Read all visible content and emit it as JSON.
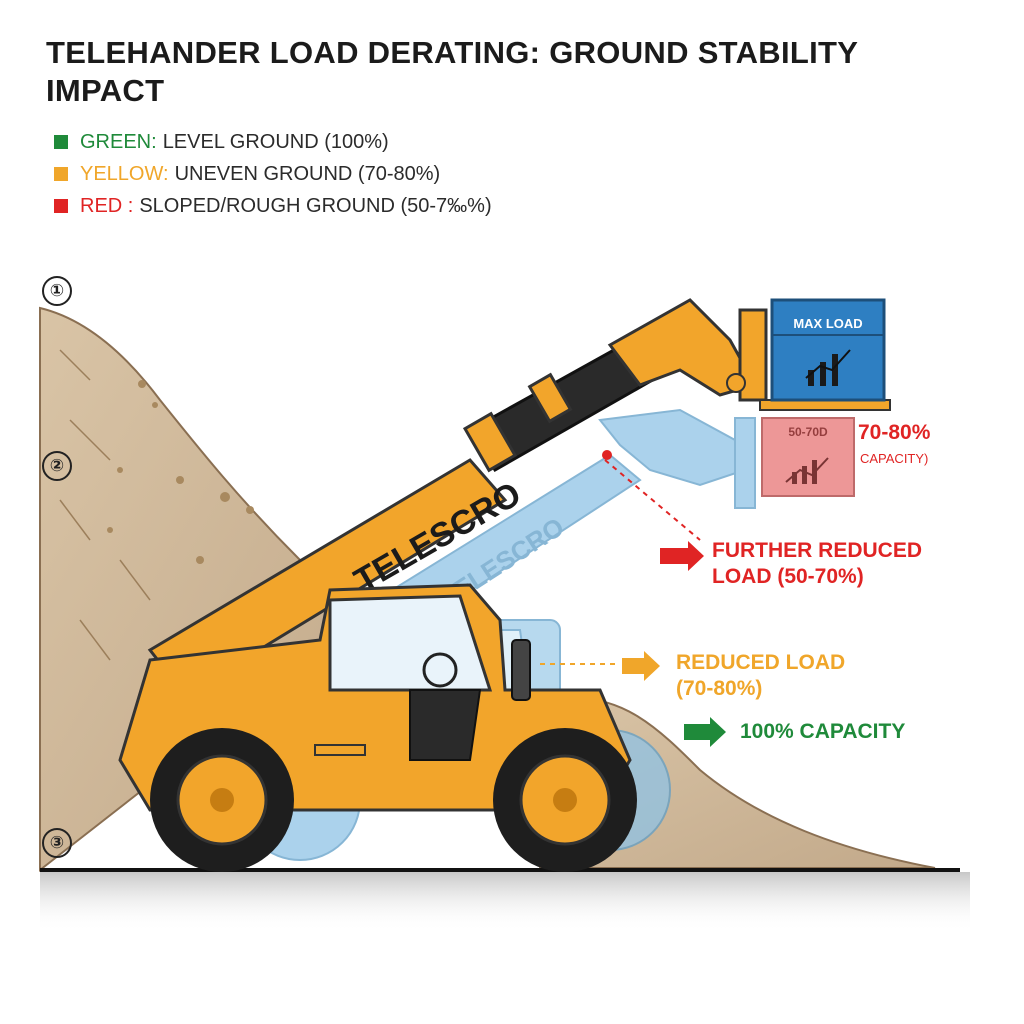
{
  "title": "TELEHANDER LOAD DERATING: GROUND STABILITY IMPACT",
  "legend": [
    {
      "key": "GREEN:",
      "text": "LEVEL GROUND (100%)",
      "color": "#1f8a3a"
    },
    {
      "key": "YELLOW:",
      "text": "UNEVEN GROUND (70-80%)",
      "color": "#f0a62a"
    },
    {
      "key": "RED :",
      "text": "SLOPED/ROUGH GROUND (50-7‰%)",
      "color": "#e02424"
    }
  ],
  "markers": [
    "①",
    "②",
    "③"
  ],
  "machine": {
    "boom_brand": "TELESCRO",
    "ghost_brand": "TELESCRO",
    "load_box_label": "MAX LOAD",
    "reduced_box_label": "50-70D"
  },
  "callouts": {
    "top_right_line1": "70-80%",
    "top_right_line2": "CAPACITY)",
    "red_line1": "FURTHER REDUCED",
    "red_line2": "LOAD (50-70%)",
    "yellow_line1": "REDUCED LOAD",
    "yellow_line2": "(70-80%)",
    "green": "100% CAPACITY"
  },
  "colors": {
    "machine": "#f2a52b",
    "machine_dark": "#c67d12",
    "ghost": "#8fc3e6",
    "ground": "#cdb699",
    "load_blue": "#2e7fc2",
    "load_red": "#ec8c8c",
    "red": "#e02424",
    "yellow": "#f0a62a",
    "green": "#1f8a3a"
  }
}
